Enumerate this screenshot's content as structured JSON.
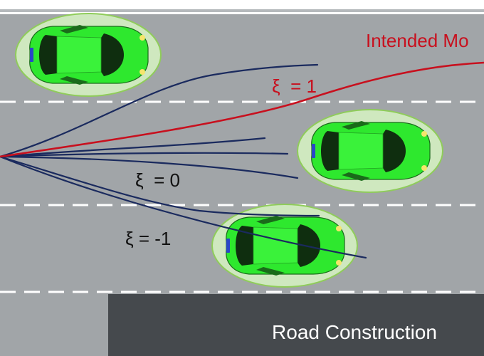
{
  "labels": {
    "intended": "Intended Mo",
    "xi_pos": "ξ  = 1",
    "xi_zero": "ξ  = 0",
    "xi_neg": "ξ = -1",
    "construction": "Road Construction"
  },
  "colors": {
    "road": "#a1a5a8",
    "lane_marking": "#ffffff",
    "trajectory": "#1a2a5e",
    "intended_path": "#c8101e",
    "construction_zone": "#45494d",
    "car_body": "#2ee82e",
    "car_glass": "#0f2e0f",
    "safety_ellipse": "#cfe8bf"
  },
  "icons": [
    "car-icon"
  ]
}
